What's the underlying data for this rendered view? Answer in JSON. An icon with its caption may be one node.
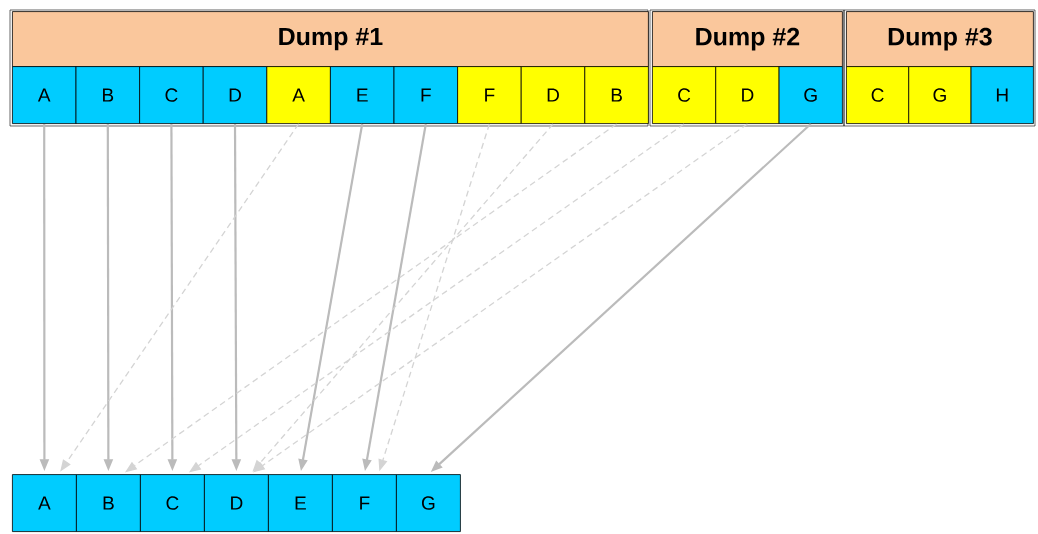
{
  "diagram": {
    "nodes": [
      {
        "text": [
          "Dump #1"
        ]
      },
      {
        "text": [
          "A"
        ]
      },
      {
        "text": [
          "B"
        ]
      },
      {
        "text": [
          "C"
        ]
      },
      {
        "text": [
          "D"
        ]
      },
      {
        "text": [
          "A"
        ]
      },
      {
        "text": [
          "E"
        ]
      },
      {
        "text": [
          "F"
        ]
      },
      {
        "text": [
          "F"
        ]
      },
      {
        "text": [
          "D"
        ]
      },
      {
        "text": [
          "B"
        ]
      },
      {
        "text": [
          "Dump #2"
        ]
      },
      {
        "text": [
          "C"
        ]
      },
      {
        "text": [
          "D"
        ]
      },
      {
        "text": [
          "G"
        ]
      },
      {
        "text": [
          "Dump #3"
        ]
      },
      {
        "text": [
          "C"
        ]
      },
      {
        "text": [
          "G"
        ]
      },
      {
        "text": [
          "H"
        ]
      },
      {
        "text": [
          "A"
        ]
      },
      {
        "text": [
          "B"
        ]
      },
      {
        "text": [
          "C"
        ]
      },
      {
        "text": [
          "D"
        ]
      },
      {
        "text": [
          "E"
        ]
      },
      {
        "text": [
          "F"
        ]
      },
      {
        "text": [
          "G"
        ]
      }
    ],
    "edges": [
      {
        "from": 1,
        "to": 19,
        "arrow": "to"
      },
      {
        "from": 2,
        "to": 20,
        "arrow": "to"
      },
      {
        "from": 3,
        "to": 21,
        "arrow": "to"
      },
      {
        "from": 4,
        "to": 22,
        "arrow": "to"
      },
      {
        "from": 5,
        "to": 19,
        "arrow": "to",
        "style": "dashed",
        "color": "#d4d4d4"
      },
      {
        "from": 6,
        "to": 23,
        "arrow": "to"
      },
      {
        "from": 7,
        "to": 24,
        "arrow": "to"
      },
      {
        "from": 8,
        "to": 24,
        "arrow": "to",
        "style": "dashed",
        "color": "#d4d4d4"
      },
      {
        "from": 9,
        "to": 22,
        "arrow": "to",
        "style": "dashed",
        "color": "#d4d4d4"
      },
      {
        "from": 10,
        "to": 20,
        "arrow": "to",
        "style": "dashed",
        "color": "#d4d4d4"
      },
      {
        "from": 12,
        "to": 21,
        "arrow": "to",
        "style": "dashed",
        "color": "#d4d4d4"
      },
      {
        "from": 13,
        "to": 22,
        "arrow": "to",
        "style": "dashed",
        "color": "#d4d4d4"
      },
      {
        "from": 14,
        "to": 25,
        "arrow": "to"
      }
    ]
  }
}
